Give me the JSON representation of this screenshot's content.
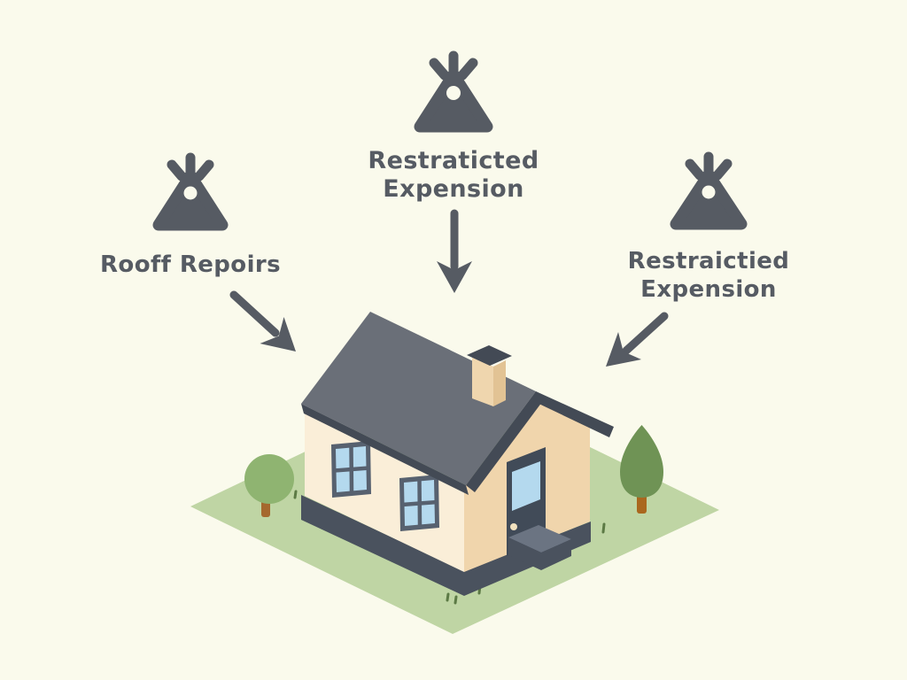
{
  "labels": {
    "top": {
      "line1": "Restraticted",
      "line2": "Expension"
    },
    "left": {
      "line1": "Rooff Repoirs",
      "line2": ""
    },
    "right": {
      "line1": "Restraictied",
      "line2": "Expension"
    }
  },
  "icons": {
    "top": "weight-icon",
    "left": "weight-icon",
    "right": "weight-icon"
  },
  "colors": {
    "bg": "#FAFAEC",
    "ink": "#565B63",
    "grass": "#BFD5A4",
    "roof": "#6A6F78",
    "roof_dark": "#434A55",
    "wall_front": "#FAEED8",
    "wall_side": "#F0D5AC",
    "chimney_front": "#EFD6AE",
    "chimney_side": "#E2C394",
    "base": "#4A525E",
    "step_top": "#6B7482",
    "window_frame": "#57616F",
    "window_pane": "#B4D9EE",
    "door": "#414B58",
    "door_knob": "#F2E2BF",
    "tree_round": "#8FB471",
    "tree_cone": "#6F9355",
    "trunk_round": "#A5682E",
    "trunk_cone": "#AA671E",
    "tuft": "#5C7A45"
  }
}
